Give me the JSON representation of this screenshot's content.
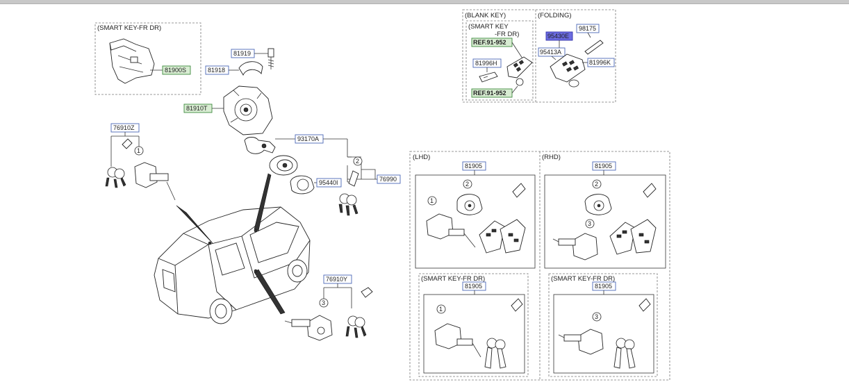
{
  "groups": {
    "smart_key_fr_dr": "(SMART KEY-FR DR)",
    "blank_key": "(BLANK KEY)",
    "folding": "(FOLDING)",
    "smart_key_fr_dr_line1": "(SMART KEY",
    "smart_key_fr_dr_line2": "-FR DR)",
    "lhd": "(LHD)",
    "rhd": "(RHD)",
    "lhd_smart": "(SMART KEY-FR DR)",
    "rhd_smart": "(SMART KEY-FR DR)"
  },
  "parts": {
    "p81900S": "81900S",
    "p81919": "81919",
    "p81918": "81918",
    "p81910T": "81910T",
    "p76910Z": "76910Z",
    "p93170A": "93170A",
    "p95440I": "95440I",
    "p76990": "76990",
    "p76910Y": "76910Y",
    "ref1": "REF.91-952",
    "ref2": "REF.91-952",
    "p81996H": "81996H",
    "p95430E": "95430E",
    "p98175": "98175",
    "p95413A": "95413A",
    "p81996K": "81996K",
    "lhd_81905": "81905",
    "rhd_81905": "81905",
    "lhd_smart_81905": "81905",
    "rhd_smart_81905": "81905"
  },
  "callouts": {
    "c1": "1",
    "c2": "2",
    "c3": "3",
    "lhd_c1": "1",
    "lhd_c2": "2",
    "rhd_c2": "2",
    "rhd_c3": "3",
    "lhd_smart_c1": "1",
    "rhd_smart_c3": "3"
  },
  "colors": {
    "blue_box": "#4a66b5",
    "green_box": "#3d8a3d",
    "green_fill": "#d8ecd2",
    "highlight_fill": "#6b6be0",
    "line": "#333333"
  }
}
